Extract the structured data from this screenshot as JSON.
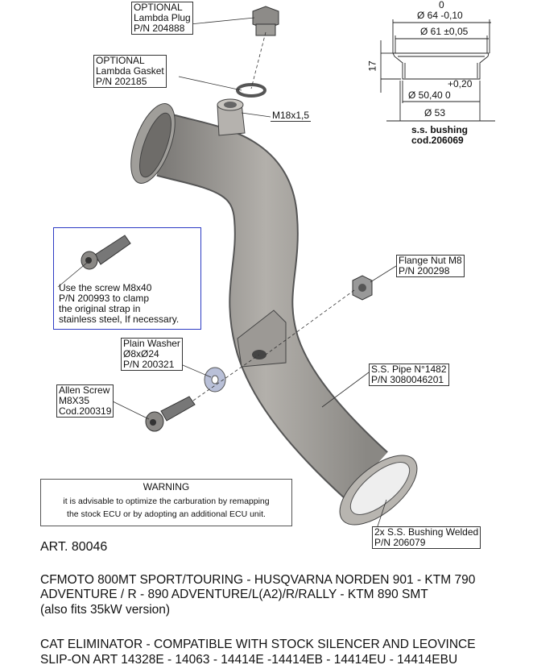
{
  "callouts": {
    "lambda_plug": [
      "OPTIONAL",
      "Lambda Plug",
      "P/N 204888"
    ],
    "lambda_gasket": [
      "OPTIONAL",
      "Lambda Gasket",
      "P/N 202185"
    ],
    "thread": "M18x1,5",
    "flange_nut": [
      "Flange Nut M8",
      "P/N 200298"
    ],
    "plain_washer": [
      "Plain Washer",
      "Ø8xØ24",
      "P/N 200321"
    ],
    "allen_screw": [
      "Allen Screw",
      "M8X35",
      "Cod.200319"
    ],
    "pipe": [
      "S.S. Pipe N°1482",
      "P/N 3080046201"
    ],
    "bushing_welded": [
      "2x S.S. Bushing Welded",
      "P/N 206079"
    ]
  },
  "note_box": [
    "Use the screw M8x40",
    "P/N 200993 to clamp",
    "the original strap in",
    "stainless steel, If necessary."
  ],
  "bushing_drawing": {
    "d64_upper_tol": "0",
    "d64": "Ø 64 -0,10",
    "d61": "Ø 61 ±0,05",
    "height": "17",
    "d50_upper_tol": "+0,20",
    "d50": "Ø 50,40   0",
    "d53": "Ø 53",
    "title": "s.s. bushing",
    "code": "cod.206069"
  },
  "warning": {
    "title": "WARNING",
    "lines": [
      "it is advisable to optimize the carburation by remapping",
      "the stock ECU or by adopting an additional ECU unit."
    ]
  },
  "article": "ART. 80046",
  "fitment": [
    "CFMOTO 800MT SPORT/TOURING - HUSQVARNA NORDEN 901 - KTM 790",
    "ADVENTURE / R - 890 ADVENTURE/L(A2)/R/RALLY - KTM 890 SMT",
    "(also fits 35kW version)"
  ],
  "description": [
    "CAT ELIMINATOR - COMPATIBLE  WITH STOCK SILENCER AND LEOVINCE",
    "SLIP-ON ART 14328E - 14063 - 14414E -14414EB - 14414EU - 14414EBU"
  ]
}
